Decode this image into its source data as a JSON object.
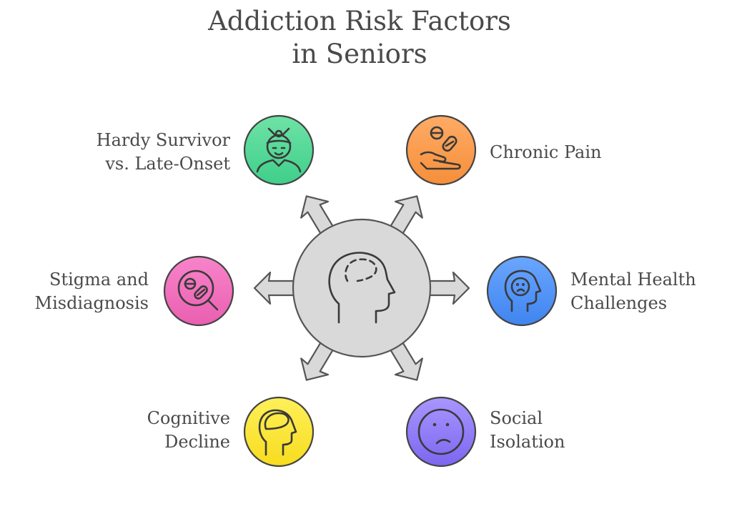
{
  "title": {
    "line1": "Addiction Risk Factors",
    "line2": "in Seniors"
  },
  "center": {
    "icon": "head-brain-icon",
    "color": "#d9d9d9"
  },
  "factors": [
    {
      "line1": "Hardy Survivor",
      "line2": "vs. Late-Onset",
      "icon": "senior-person-icon",
      "color_top": "#6ee3a6",
      "color_bottom": "#3fcf8a"
    },
    {
      "line1": "Chronic Pain",
      "line2": "",
      "icon": "hand-pills-icon",
      "color_top": "#ffab66",
      "color_bottom": "#f58f3a"
    },
    {
      "line1": "Stigma and",
      "line2": "Misdiagnosis",
      "icon": "magnifier-pills-icon",
      "color_top": "#f784c9",
      "color_bottom": "#ea5fb1"
    },
    {
      "line1": "Mental Health",
      "line2": "Challenges",
      "icon": "sad-head-icon",
      "color_top": "#6aa6ff",
      "color_bottom": "#3f84f0"
    },
    {
      "line1": "Cognitive",
      "line2": "Decline",
      "icon": "brain-head-icon",
      "color_top": "#fff05a",
      "color_bottom": "#f7dc1e"
    },
    {
      "line1": "Social",
      "line2": "Isolation",
      "icon": "sad-face-icon",
      "color_top": "#a996ff",
      "color_bottom": "#7c66f0"
    }
  ]
}
